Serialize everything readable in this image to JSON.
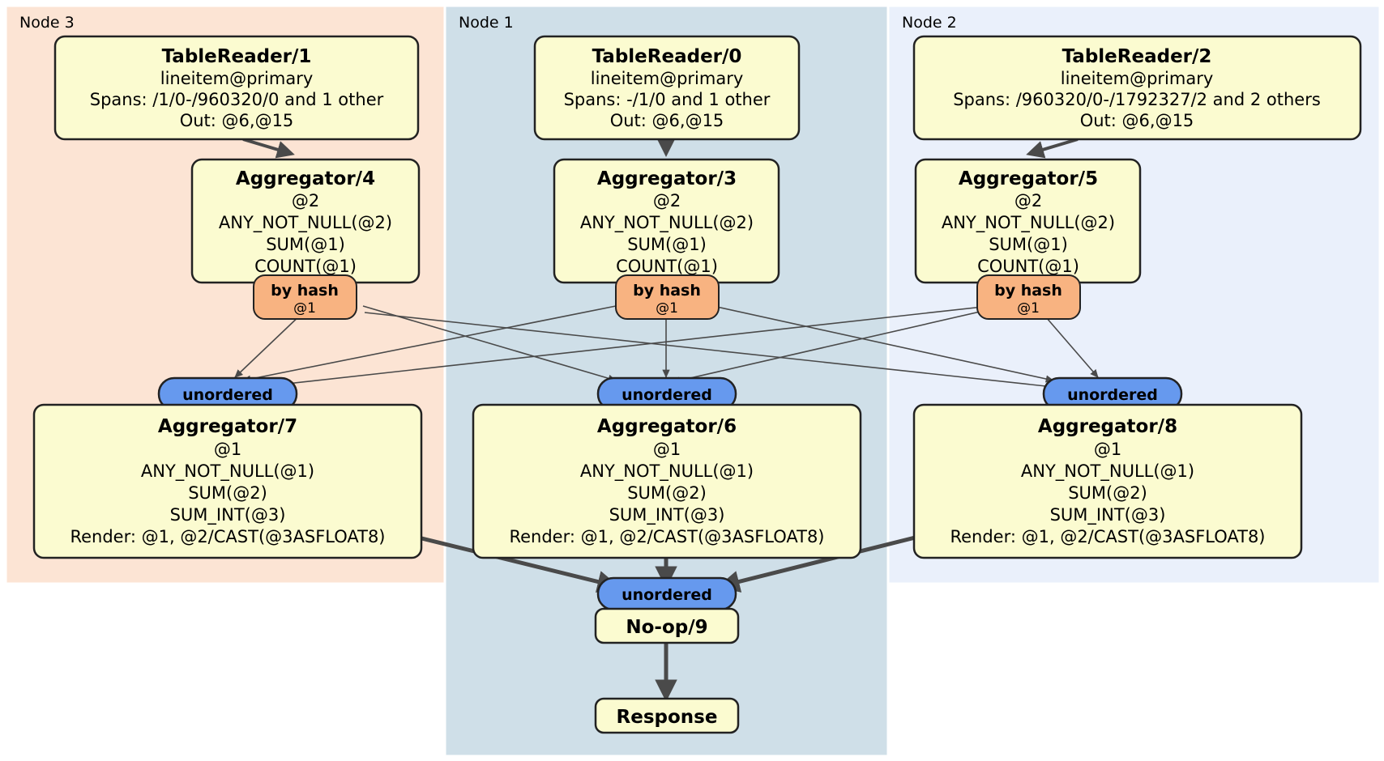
{
  "diagram": {
    "type": "distributed-query-plan",
    "colors": {
      "node3_panel": "#fce4d4",
      "node1_panel": "#cfdfe8",
      "node2_panel": "#eaf0fb",
      "processor_box": "#fbfbd0",
      "hash_badge": "#f8b381",
      "unordered_badge": "#6699ee",
      "border": "#222222",
      "edge": "#4a4a4a"
    },
    "panels": [
      {
        "id": "node3",
        "label": "Node 3"
      },
      {
        "id": "node1",
        "label": "Node 1"
      },
      {
        "id": "node2",
        "label": "Node 2"
      }
    ],
    "processors": [
      {
        "id": "tr1",
        "title": "TableReader/1",
        "lines": [
          "lineitem@primary",
          "Spans: /1/0-/960320/0 and 1 other",
          "Out: @6,@15"
        ]
      },
      {
        "id": "tr0",
        "title": "TableReader/0",
        "lines": [
          "lineitem@primary",
          "Spans: -/1/0 and 1 other",
          "Out: @6,@15"
        ]
      },
      {
        "id": "tr2",
        "title": "TableReader/2",
        "lines": [
          "lineitem@primary",
          "Spans: /960320/0-/1792327/2 and 2 others",
          "Out: @6,@15"
        ]
      },
      {
        "id": "agg4",
        "title": "Aggregator/4",
        "lines": [
          "@2",
          "ANY_NOT_NULL(@2)",
          "SUM(@1)",
          "COUNT(@1)"
        ]
      },
      {
        "id": "agg3",
        "title": "Aggregator/3",
        "lines": [
          "@2",
          "ANY_NOT_NULL(@2)",
          "SUM(@1)",
          "COUNT(@1)"
        ]
      },
      {
        "id": "agg5",
        "title": "Aggregator/5",
        "lines": [
          "@2",
          "ANY_NOT_NULL(@2)",
          "SUM(@1)",
          "COUNT(@1)"
        ]
      },
      {
        "id": "agg7",
        "title": "Aggregator/7",
        "lines": [
          "@1",
          "ANY_NOT_NULL(@1)",
          "SUM(@2)",
          "SUM_INT(@3)",
          "Render: @1, @2/CAST(@3ASFLOAT8)"
        ]
      },
      {
        "id": "agg6",
        "title": "Aggregator/6",
        "lines": [
          "@1",
          "ANY_NOT_NULL(@1)",
          "SUM(@2)",
          "SUM_INT(@3)",
          "Render: @1, @2/CAST(@3ASFLOAT8)"
        ]
      },
      {
        "id": "agg8",
        "title": "Aggregator/8",
        "lines": [
          "@1",
          "ANY_NOT_NULL(@1)",
          "SUM(@2)",
          "SUM_INT(@3)",
          "Render: @1, @2/CAST(@3ASFLOAT8)"
        ]
      },
      {
        "id": "noop9",
        "title": "No-op/9",
        "lines": []
      },
      {
        "id": "response",
        "title": "Response",
        "lines": []
      }
    ],
    "router_badges": [
      {
        "id": "hash_left",
        "title": "by hash",
        "sub": "@1"
      },
      {
        "id": "hash_mid",
        "title": "by hash",
        "sub": "@1"
      },
      {
        "id": "hash_right",
        "title": "by hash",
        "sub": "@1"
      }
    ],
    "sync_badges": [
      {
        "id": "unordered_left",
        "title": "unordered"
      },
      {
        "id": "unordered_mid",
        "title": "unordered"
      },
      {
        "id": "unordered_right",
        "title": "unordered"
      },
      {
        "id": "unordered_final",
        "title": "unordered"
      }
    ]
  }
}
